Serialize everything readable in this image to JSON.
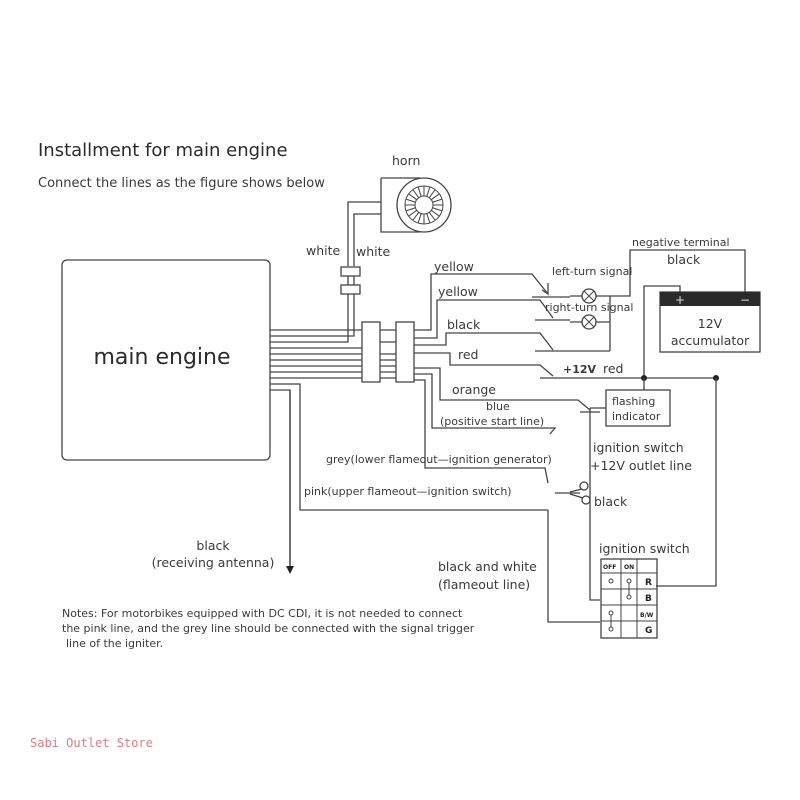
{
  "header": {
    "title": "Installment for main engine",
    "subtitle": "Connect the lines as the figure shows below"
  },
  "components": {
    "main_engine": "main engine",
    "horn": "horn",
    "accumulator": {
      "voltage": "12V",
      "label": "accumulator",
      "plus": "+",
      "minus": "−"
    },
    "flashing_indicator": {
      "line1": "flashing",
      "line2": "indicator"
    },
    "left_turn_signal": "left-turn signal",
    "right_turn_signal": "right-turn signal",
    "ignition_switch": {
      "title": "ignition switch",
      "headers": [
        "OFF",
        "ON",
        ""
      ],
      "row_labels": [
        "R",
        "B",
        "B/W",
        "G"
      ]
    }
  },
  "wires": {
    "horn_white_1": "white",
    "horn_white_2": "white",
    "yellow_1": "yellow",
    "yellow_2": "yellow",
    "black": "black",
    "red": "red",
    "plus12v": "+12V",
    "red_battery": "red",
    "negative_terminal": "negative terminal",
    "negative_black": "black",
    "orange": "orange",
    "blue": "blue",
    "blue_note": "(positive start line)",
    "grey": "grey(lower flameout—ignition generator)",
    "pink": "pink(upper flameout—ignition switch)",
    "ign_outlet_1": "ignition switch",
    "ign_outlet_2": "+12V outlet line",
    "black_cut": "black",
    "antenna_1": "black",
    "antenna_2": "(receiving antenna)",
    "flameout_1": "black and white",
    "flameout_2": "(flameout line)"
  },
  "notes": {
    "line1": "Notes: For motorbikes equipped with DC CDI, it is not needed to connect",
    "line2": "the pink line, and the grey line should be connected with the signal trigger",
    "line3": "line of the igniter."
  },
  "watermark": "Sabi Outlet Store"
}
